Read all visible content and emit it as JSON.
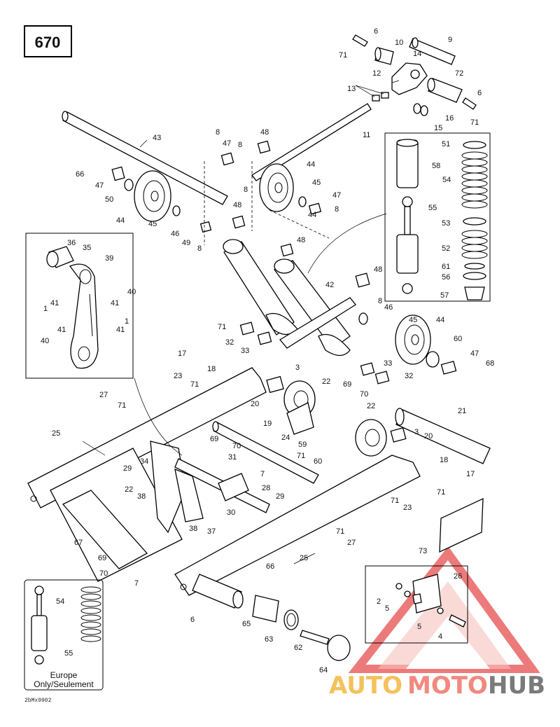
{
  "page_number": "670",
  "doc_id": "2bMx9902",
  "inset_bottom_left_caption": [
    "Europe",
    "Only/Seulement"
  ],
  "watermark": {
    "part1": "AUTO",
    "part2": "MOTO",
    "part3": "HUB",
    "color1": "#f4c15b",
    "color2": "#f08a7f",
    "color3": "#7a7a7a",
    "triangle_color": "#e85a5a"
  },
  "part_labels": [
    {
      "id": "l6a",
      "text": "6"
    },
    {
      "id": "l71a",
      "text": "71"
    },
    {
      "id": "l10",
      "text": "10"
    },
    {
      "id": "l14",
      "text": "14"
    },
    {
      "id": "l9",
      "text": "9"
    },
    {
      "id": "l12",
      "text": "12"
    },
    {
      "id": "l72",
      "text": "72"
    },
    {
      "id": "l13",
      "text": "13"
    },
    {
      "id": "l6b",
      "text": "6"
    },
    {
      "id": "l16",
      "text": "16"
    },
    {
      "id": "l15",
      "text": "15"
    },
    {
      "id": "l71b",
      "text": "71"
    },
    {
      "id": "l11",
      "text": "11"
    },
    {
      "id": "l43",
      "text": "43"
    },
    {
      "id": "l8a",
      "text": "8"
    },
    {
      "id": "l47a",
      "text": "47"
    },
    {
      "id": "l8b",
      "text": "8"
    },
    {
      "id": "l48a",
      "text": "48"
    },
    {
      "id": "l66a",
      "text": "66"
    },
    {
      "id": "l47b",
      "text": "47"
    },
    {
      "id": "l50",
      "text": "50"
    },
    {
      "id": "l44a",
      "text": "44"
    },
    {
      "id": "l8c",
      "text": "8"
    },
    {
      "id": "l44b",
      "text": "44"
    },
    {
      "id": "l45a",
      "text": "45"
    },
    {
      "id": "l47c",
      "text": "47"
    },
    {
      "id": "l8d",
      "text": "8"
    },
    {
      "id": "l44c",
      "text": "44"
    },
    {
      "id": "l45b",
      "text": "45"
    },
    {
      "id": "l48b",
      "text": "48"
    },
    {
      "id": "l46a",
      "text": "46"
    },
    {
      "id": "l49",
      "text": "49"
    },
    {
      "id": "l8e",
      "text": "8"
    },
    {
      "id": "l48c",
      "text": "48"
    },
    {
      "id": "l36",
      "text": "36"
    },
    {
      "id": "l35",
      "text": "35"
    },
    {
      "id": "l39",
      "text": "39"
    },
    {
      "id": "l40a",
      "text": "40"
    },
    {
      "id": "l41a",
      "text": "41"
    },
    {
      "id": "l1a",
      "text": "1"
    },
    {
      "id": "l41b",
      "text": "41"
    },
    {
      "id": "l1b",
      "text": "1"
    },
    {
      "id": "l41c",
      "text": "41"
    },
    {
      "id": "l41d",
      "text": "41"
    },
    {
      "id": "l40b",
      "text": "40"
    },
    {
      "id": "l48d",
      "text": "48"
    },
    {
      "id": "l42",
      "text": "42"
    },
    {
      "id": "l8f",
      "text": "8"
    },
    {
      "id": "l46b",
      "text": "46"
    },
    {
      "id": "l45c",
      "text": "45"
    },
    {
      "id": "l44d",
      "text": "44"
    },
    {
      "id": "l71c",
      "text": "71"
    },
    {
      "id": "l32a",
      "text": "32"
    },
    {
      "id": "l33a",
      "text": "33"
    },
    {
      "id": "l17a",
      "text": "17"
    },
    {
      "id": "l18a",
      "text": "18"
    },
    {
      "id": "l60a",
      "text": "60"
    },
    {
      "id": "l47d",
      "text": "47"
    },
    {
      "id": "l68",
      "text": "68"
    },
    {
      "id": "l3a",
      "text": "3"
    },
    {
      "id": "l33b",
      "text": "33"
    },
    {
      "id": "l32b",
      "text": "32"
    },
    {
      "id": "l23a",
      "text": "23"
    },
    {
      "id": "l71d",
      "text": "71"
    },
    {
      "id": "l22a",
      "text": "22"
    },
    {
      "id": "l69a",
      "text": "69"
    },
    {
      "id": "l70a",
      "text": "70"
    },
    {
      "id": "l27a",
      "text": "27"
    },
    {
      "id": "l71e",
      "text": "71"
    },
    {
      "id": "l20a",
      "text": "20"
    },
    {
      "id": "l22b",
      "text": "22"
    },
    {
      "id": "l21",
      "text": "21"
    },
    {
      "id": "l19",
      "text": "19"
    },
    {
      "id": "l25a",
      "text": "25"
    },
    {
      "id": "l24",
      "text": "24"
    },
    {
      "id": "l3b",
      "text": "3"
    },
    {
      "id": "l59",
      "text": "59"
    },
    {
      "id": "l20b",
      "text": "20"
    },
    {
      "id": "l71f",
      "text": "71"
    },
    {
      "id": "l60b",
      "text": "60"
    },
    {
      "id": "l69b",
      "text": "69"
    },
    {
      "id": "l70b",
      "text": "70"
    },
    {
      "id": "l29a",
      "text": "29"
    },
    {
      "id": "l34",
      "text": "34"
    },
    {
      "id": "l31",
      "text": "31"
    },
    {
      "id": "l7a",
      "text": "7"
    },
    {
      "id": "l18b",
      "text": "18"
    },
    {
      "id": "l22c",
      "text": "22"
    },
    {
      "id": "l28",
      "text": "28"
    },
    {
      "id": "l17b",
      "text": "17"
    },
    {
      "id": "l38a",
      "text": "38"
    },
    {
      "id": "l29b",
      "text": "29"
    },
    {
      "id": "l71g",
      "text": "71"
    },
    {
      "id": "l30",
      "text": "30"
    },
    {
      "id": "l71h",
      "text": "71"
    },
    {
      "id": "l23b",
      "text": "23"
    },
    {
      "id": "l38b",
      "text": "38"
    },
    {
      "id": "l37",
      "text": "37"
    },
    {
      "id": "l67",
      "text": "67"
    },
    {
      "id": "l71i",
      "text": "71"
    },
    {
      "id": "l27b",
      "text": "27"
    },
    {
      "id": "l25b",
      "text": "25"
    },
    {
      "id": "l73",
      "text": "73"
    },
    {
      "id": "l69c",
      "text": "69"
    },
    {
      "id": "l70c",
      "text": "70"
    },
    {
      "id": "l7b",
      "text": "7"
    },
    {
      "id": "l66b",
      "text": "66"
    },
    {
      "id": "l26",
      "text": "26"
    },
    {
      "id": "l2",
      "text": "2"
    },
    {
      "id": "l5a",
      "text": "5"
    },
    {
      "id": "l5b",
      "text": "5"
    },
    {
      "id": "l4",
      "text": "4"
    },
    {
      "id": "l6c",
      "text": "6"
    },
    {
      "id": "l65",
      "text": "65"
    },
    {
      "id": "l63",
      "text": "63"
    },
    {
      "id": "l62",
      "text": "62"
    },
    {
      "id": "l64",
      "text": "64"
    },
    {
      "id": "l54a",
      "text": "54"
    },
    {
      "id": "l55a",
      "text": "55"
    },
    {
      "id": "l51",
      "text": "51"
    },
    {
      "id": "l58",
      "text": "58"
    },
    {
      "id": "l54b",
      "text": "54"
    },
    {
      "id": "l55b",
      "text": "55"
    },
    {
      "id": "l53",
      "text": "53"
    },
    {
      "id": "l52",
      "text": "52"
    },
    {
      "id": "l61",
      "text": "61"
    },
    {
      "id": "l56",
      "text": "56"
    },
    {
      "id": "l57",
      "text": "57"
    }
  ]
}
